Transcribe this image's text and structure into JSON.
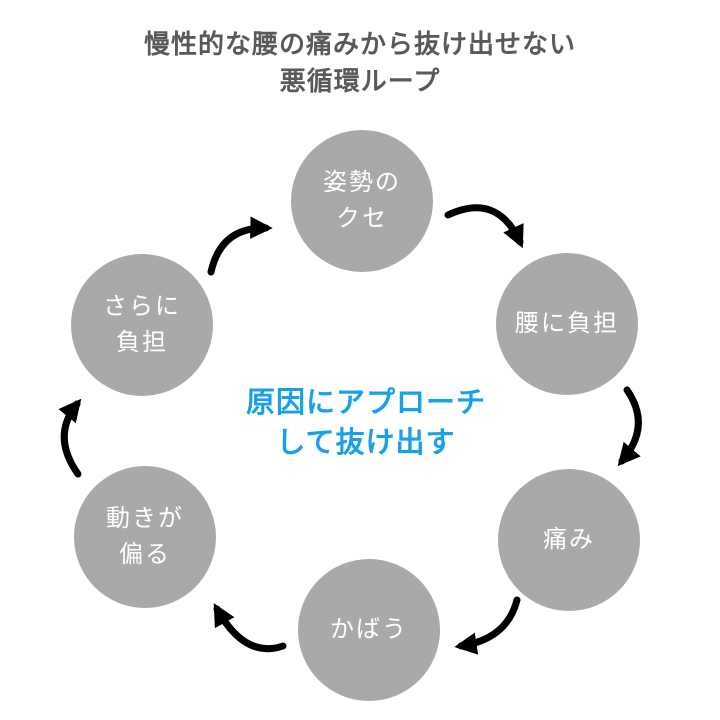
{
  "title": {
    "line1": "慢性的な腰の痛みから抜け出せない",
    "line2": "悪循環ループ"
  },
  "center_message": {
    "line1": "原因にアプローチ",
    "line2": "して抜け出す"
  },
  "cycle": {
    "direction": "clockwise",
    "steps": [
      {
        "label": "姿勢の\nクセ"
      },
      {
        "label": "腰に負担"
      },
      {
        "label": "痛み"
      },
      {
        "label": "かばう"
      },
      {
        "label": "動きが\n偏る"
      },
      {
        "label": "さらに\n負担"
      }
    ]
  },
  "colors": {
    "circle": "#A9A9A9",
    "circle_text": "#FFFFFF",
    "arrow": "#000000",
    "title_text": "#595959",
    "accent": "#18A0E8"
  }
}
